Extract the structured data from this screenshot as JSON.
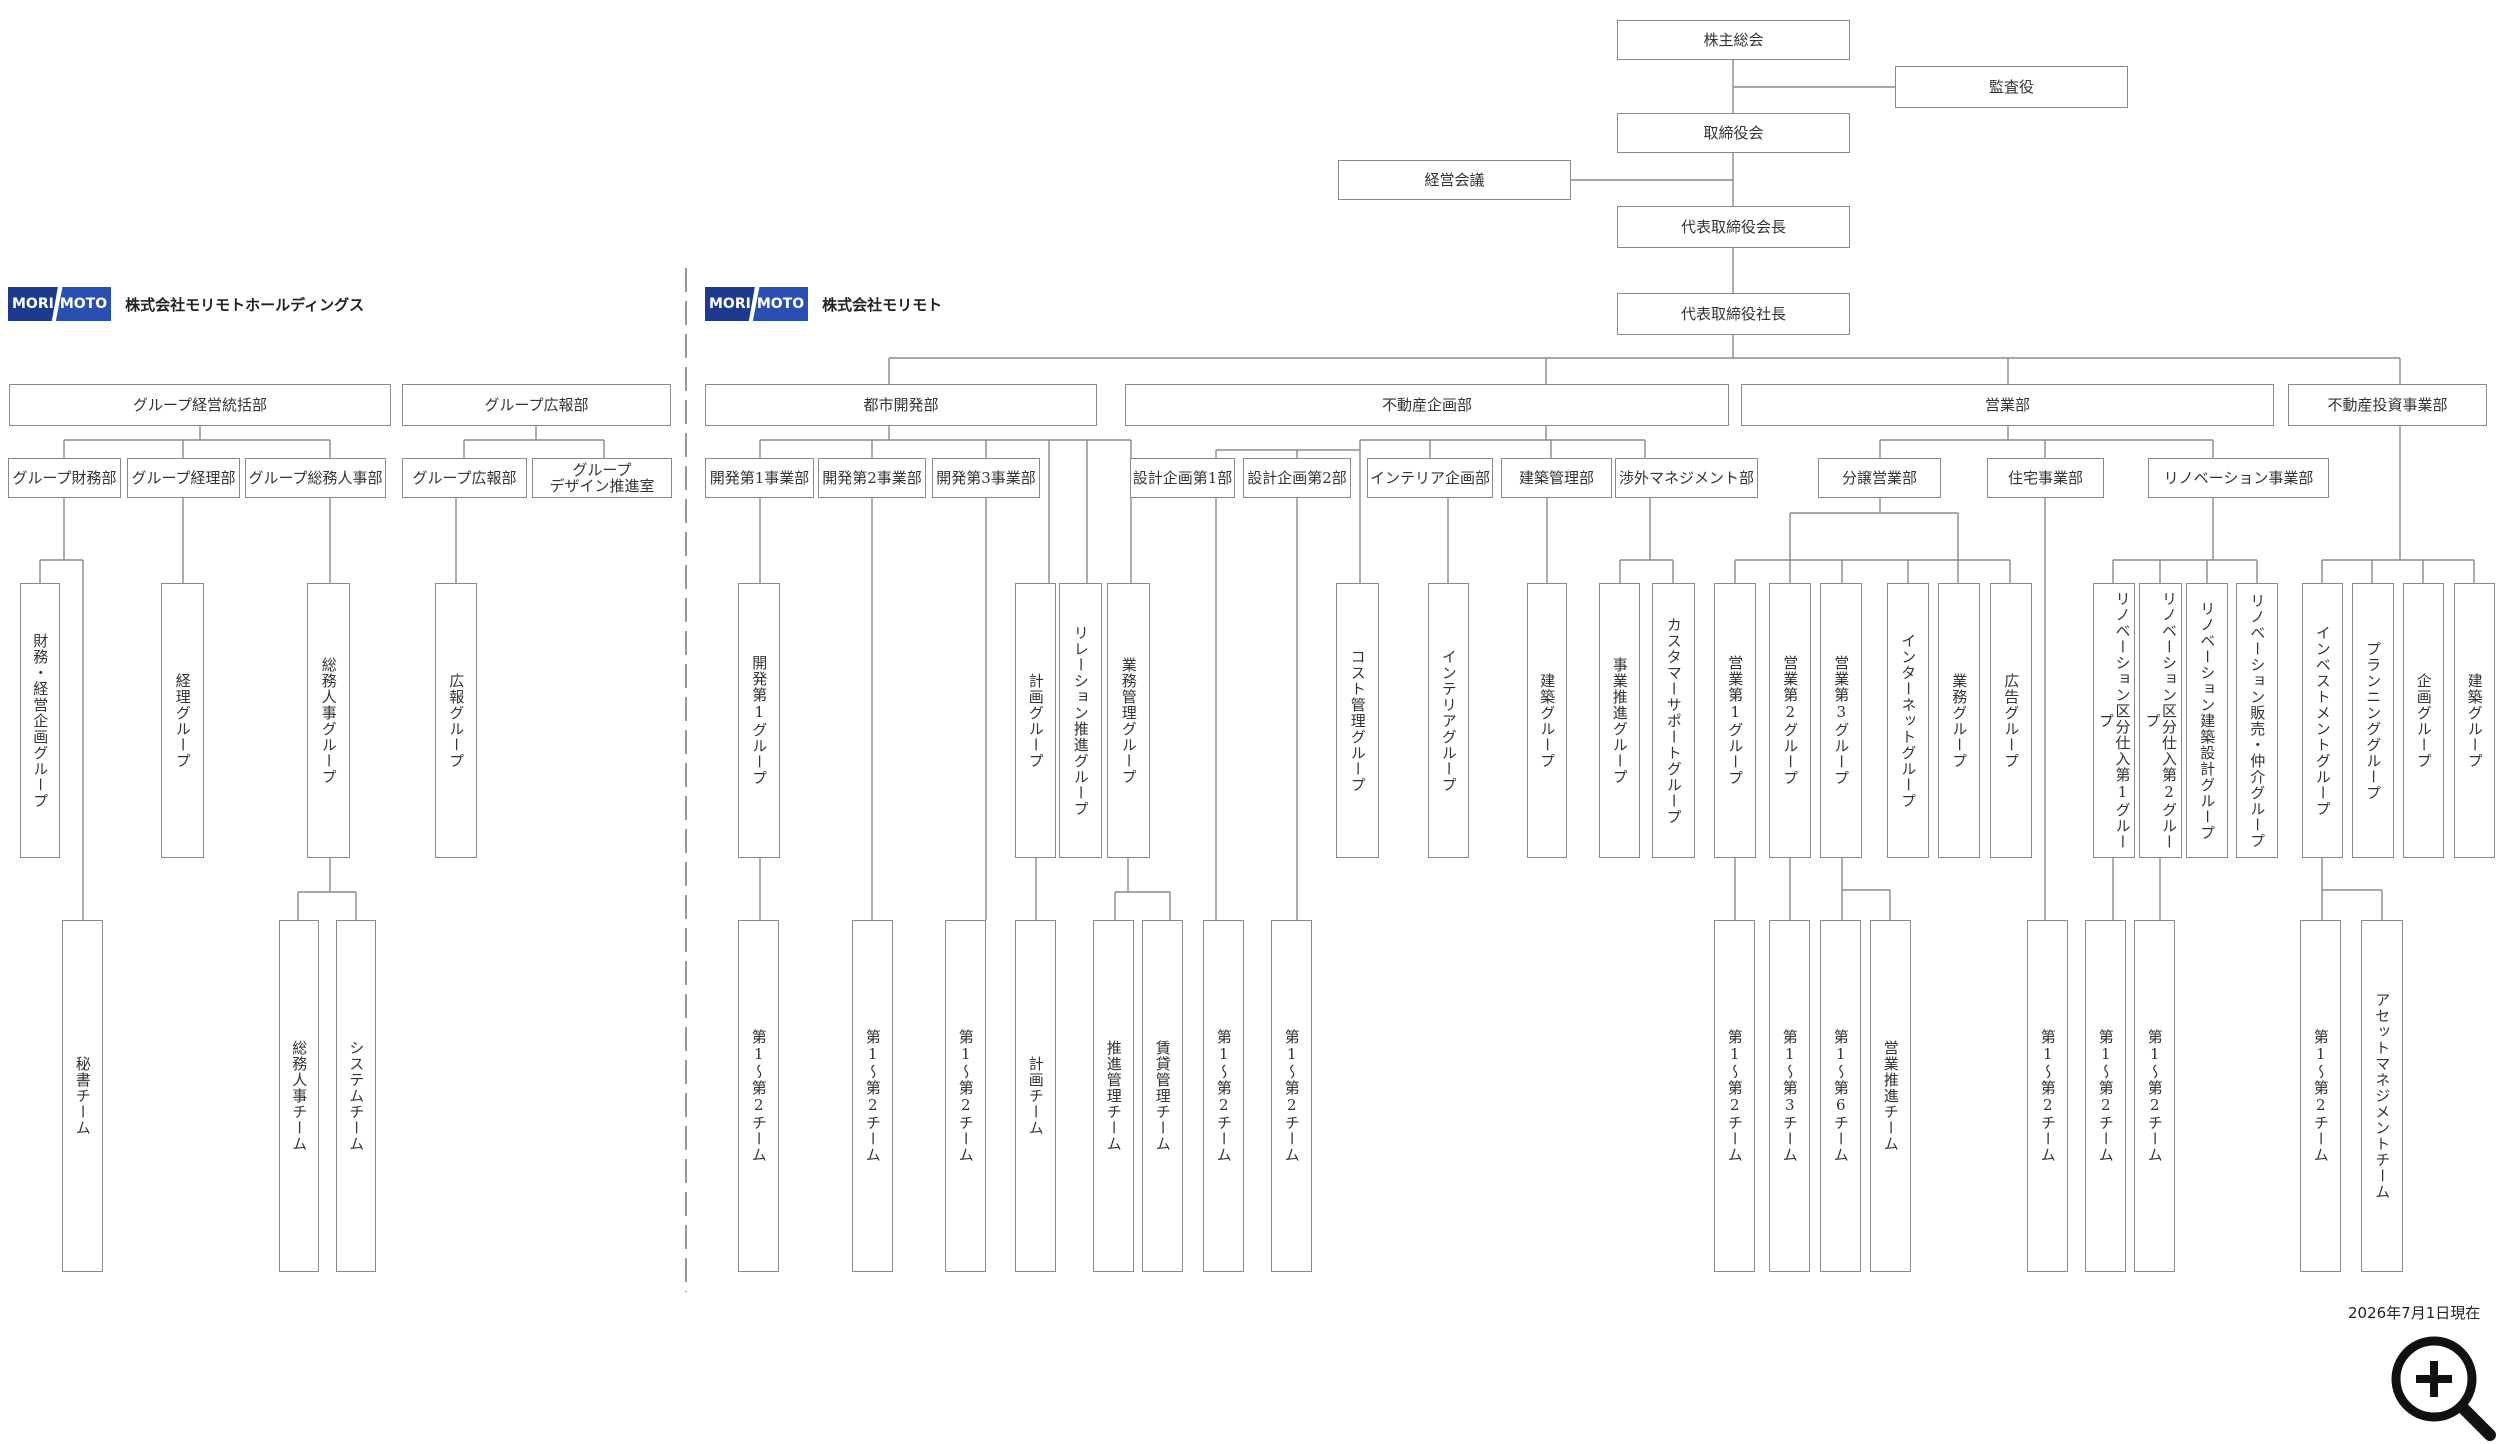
{
  "date": "2026年7月1日現在",
  "logos": {
    "holdings": {
      "mark": [
        "MORI",
        "MOTO"
      ],
      "name": "株式会社モリモトホールディングス"
    },
    "company": {
      "mark": [
        "MORI",
        "MOTO"
      ],
      "name": "株式会社モリモト"
    }
  },
  "top": {
    "shareholders": "株主総会",
    "auditor": "監査役",
    "board": "取締役会",
    "mgmt_meeting": "経営会議",
    "chairman": "代表取締役会長",
    "president": "代表取締役社長"
  },
  "holdings": {
    "group_mgmt": "グループ経営統括部",
    "group_pr": "グループ広報部",
    "depts": [
      "グループ財務部",
      "グループ経理部",
      "グループ総務人事部",
      "グループ広報部",
      "グループ\nデザイン推進室"
    ],
    "groups": [
      "財務・経営企画グループ",
      "経理グループ",
      "総務人事グループ",
      "広報グループ"
    ],
    "teams": [
      "秘書チーム",
      "総務人事チーム",
      "システムチーム"
    ]
  },
  "company": {
    "divisions": [
      "都市開発部",
      "不動産企画部",
      "営業部",
      "不動産投資事業部"
    ],
    "depts": [
      "開発第1事業部",
      "開発第2事業部",
      "開発第3事業部",
      "設計企画第1部",
      "設計企画第2部",
      "インテリア企画部",
      "建築管理部",
      "渉外マネジメント部",
      "分譲営業部",
      "住宅事業部",
      "リノベーション事業部"
    ],
    "groups": [
      "開発第1グループ",
      "計画グループ",
      "リレーション推進グループ",
      "業務管理グループ",
      "コスト管理グループ",
      "インテリアグループ",
      "建築グループ",
      "事業推進グループ",
      "カスタマーサポートグループ",
      "営業第1グループ",
      "営業第2グループ",
      "営業第3グループ",
      "インターネットグループ",
      "業務グループ",
      "広告グループ",
      "リノベーション区分仕入第1グループ",
      "リノベーション区分仕入第2グループ",
      "リノベーション建築設計グループ",
      "リノベーション販売・仲介グループ",
      "インベストメントグループ",
      "プランニンググループ",
      "企画グループ",
      "建築グループ"
    ],
    "teams": [
      "第1～第2チーム",
      "計画チーム",
      "推進管理チーム",
      "賃貸管理チーム",
      "第1～第3チーム",
      "第1～第6チーム",
      "営業推進チーム",
      "アセットマネジメントチーム"
    ]
  }
}
